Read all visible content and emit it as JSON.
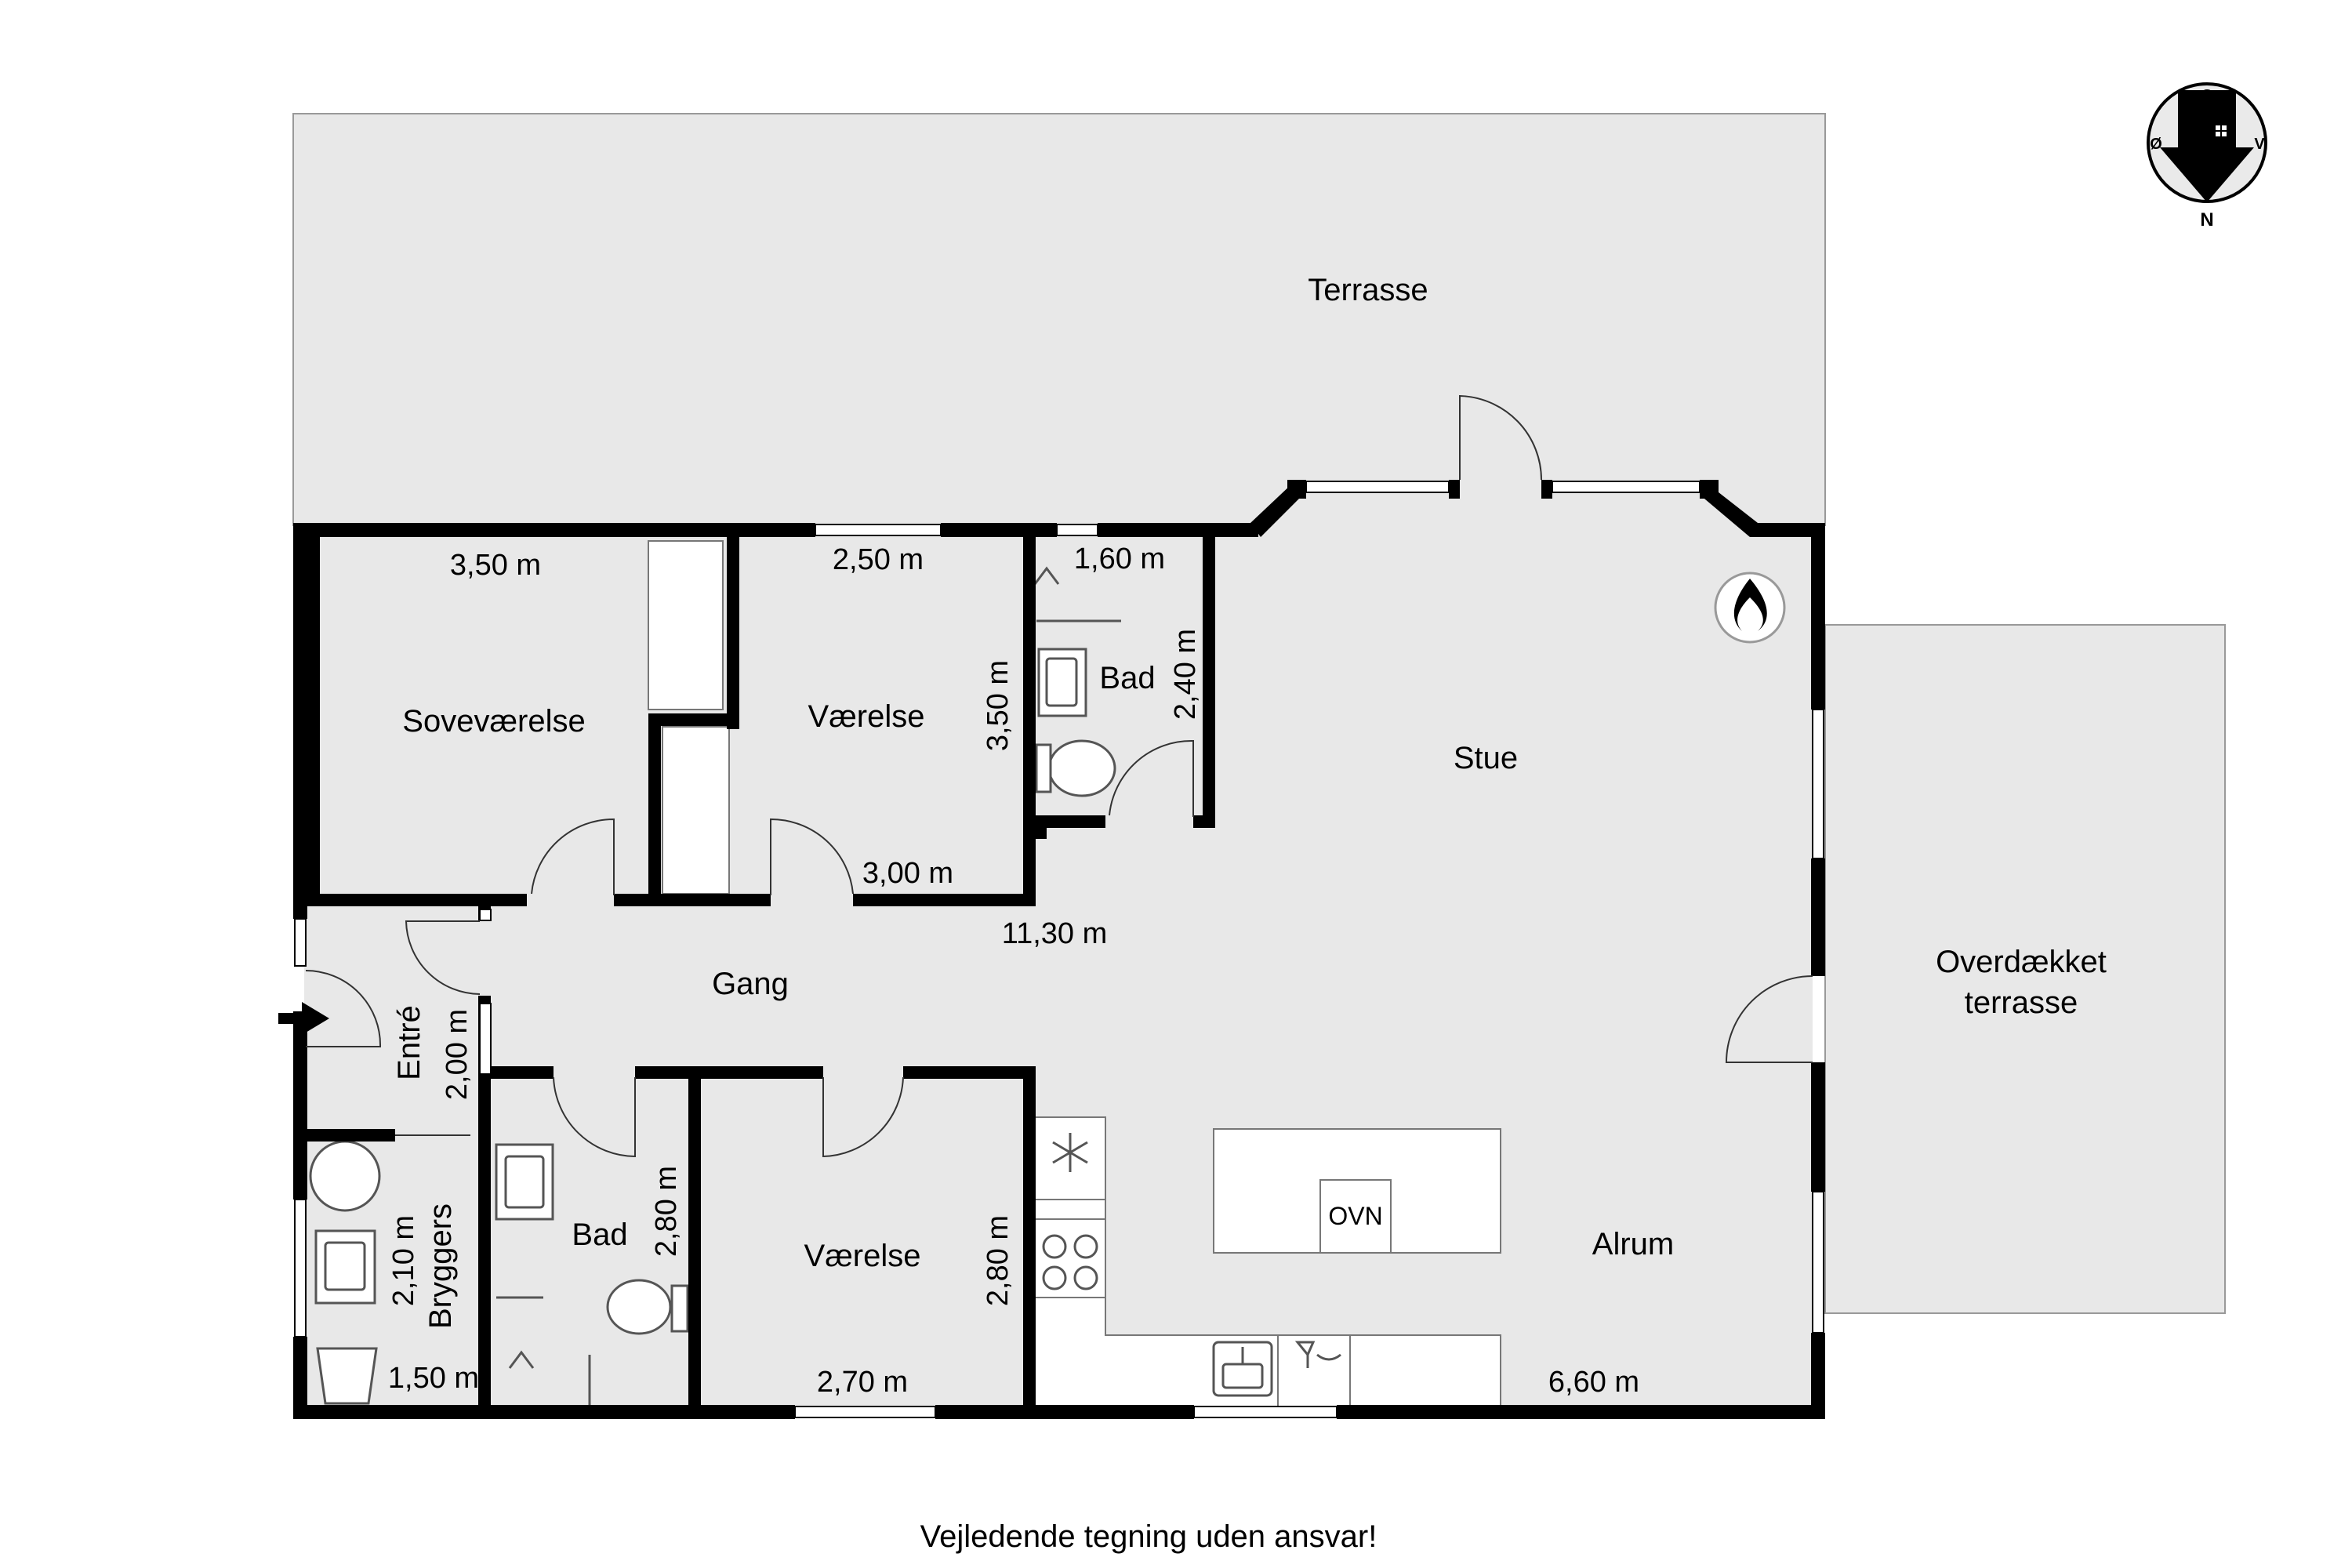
{
  "rooms": {
    "terrasse": "Terrasse",
    "sovevaerelse": "Soveværelse",
    "vaerelse_top": "Værelse",
    "bad_top": "Bad",
    "stue": "Stue",
    "overdaekket_line1": "Overdækket",
    "overdaekket_line2": "terrasse",
    "gang": "Gang",
    "entre": "Entré",
    "bryggers": "Bryggers",
    "bad_bottom": "Bad",
    "vaerelse_bottom": "Værelse",
    "alrum": "Alrum"
  },
  "dimensions": {
    "sovevaerelse_width": "3,50 m",
    "vaerelse_top_width": "2,50 m",
    "bad_top_width": "1,60 m",
    "bad_top_depth": "2,40 m",
    "vaerelse_top_depth": "3,50 m",
    "vaerelse_top_width_lower": "3,00 m",
    "overall_length": "11,30 m",
    "entre_depth": "2,00 m",
    "bryggers_depth": "2,10 m",
    "bryggers_width": "1,50 m",
    "bad_bottom_depth": "2,80 m",
    "vaerelse_bottom_depth": "2,80 m",
    "vaerelse_bottom_width": "2,70 m",
    "alrum_width": "6,60 m"
  },
  "appliances": {
    "oven_label": "OVN"
  },
  "compass": {
    "north": "N",
    "south": "S",
    "east": "Ø",
    "west": "V"
  },
  "caption": "Vejledende tegning uden ansvar!",
  "colors": {
    "floor": "#e8e8e8",
    "wall": "#000000",
    "background": "#ffffff"
  }
}
